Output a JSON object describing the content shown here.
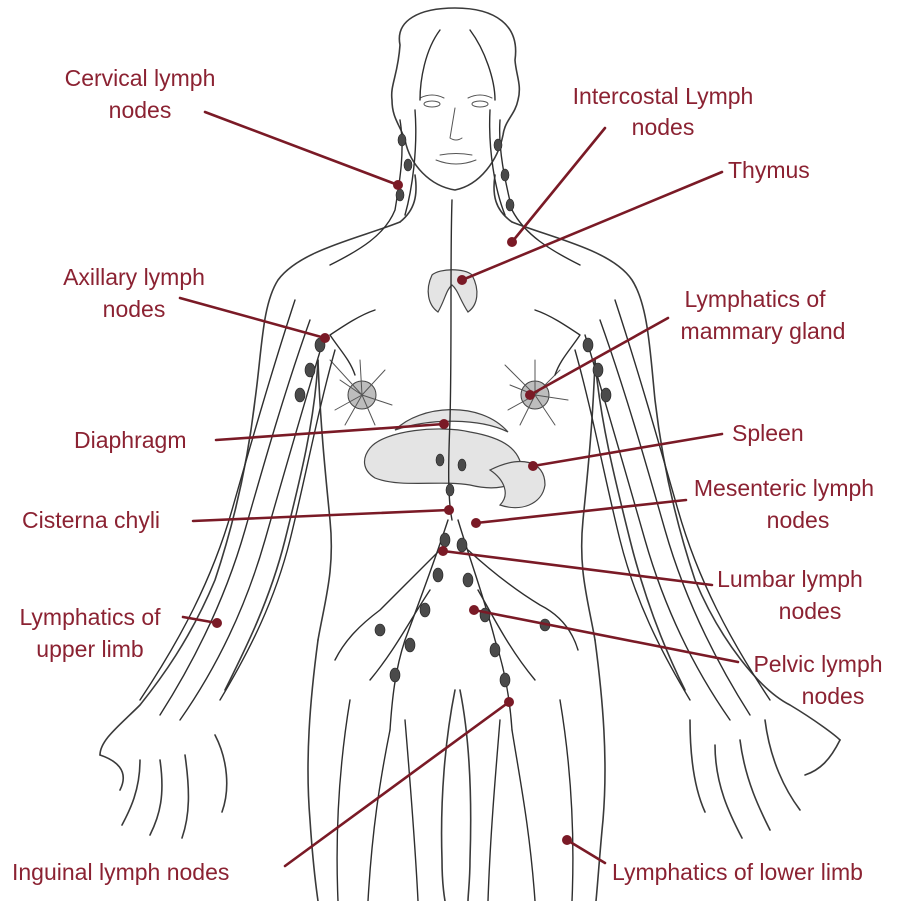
{
  "diagram": {
    "accent_color": "#8b2232",
    "labels": {
      "cervical_line1": "Cervical lymph",
      "cervical_line2": "nodes",
      "intercostal_line1": "Intercostal Lymph",
      "intercostal_line2": "nodes",
      "thymus": "Thymus",
      "axillary_line1": "Axillary lymph",
      "axillary_line2": "nodes",
      "mammary_line1": "Lymphatics of",
      "mammary_line2": "mammary gland",
      "diaphragm": "Diaphragm",
      "spleen": "Spleen",
      "cisterna": "Cisterna chyli",
      "mesenteric_line1": "Mesenteric lymph",
      "mesenteric_line2": "nodes",
      "lumbar_line1": "Lumbar lymph",
      "lumbar_line2": "nodes",
      "upper_limb_line1": "Lymphatics of",
      "upper_limb_line2": "upper limb",
      "pelvic_line1": "Pelvic lymph",
      "pelvic_line2": "nodes",
      "inguinal": "Inguinal lymph nodes",
      "lower_limb": "Lymphatics of lower limb"
    }
  }
}
